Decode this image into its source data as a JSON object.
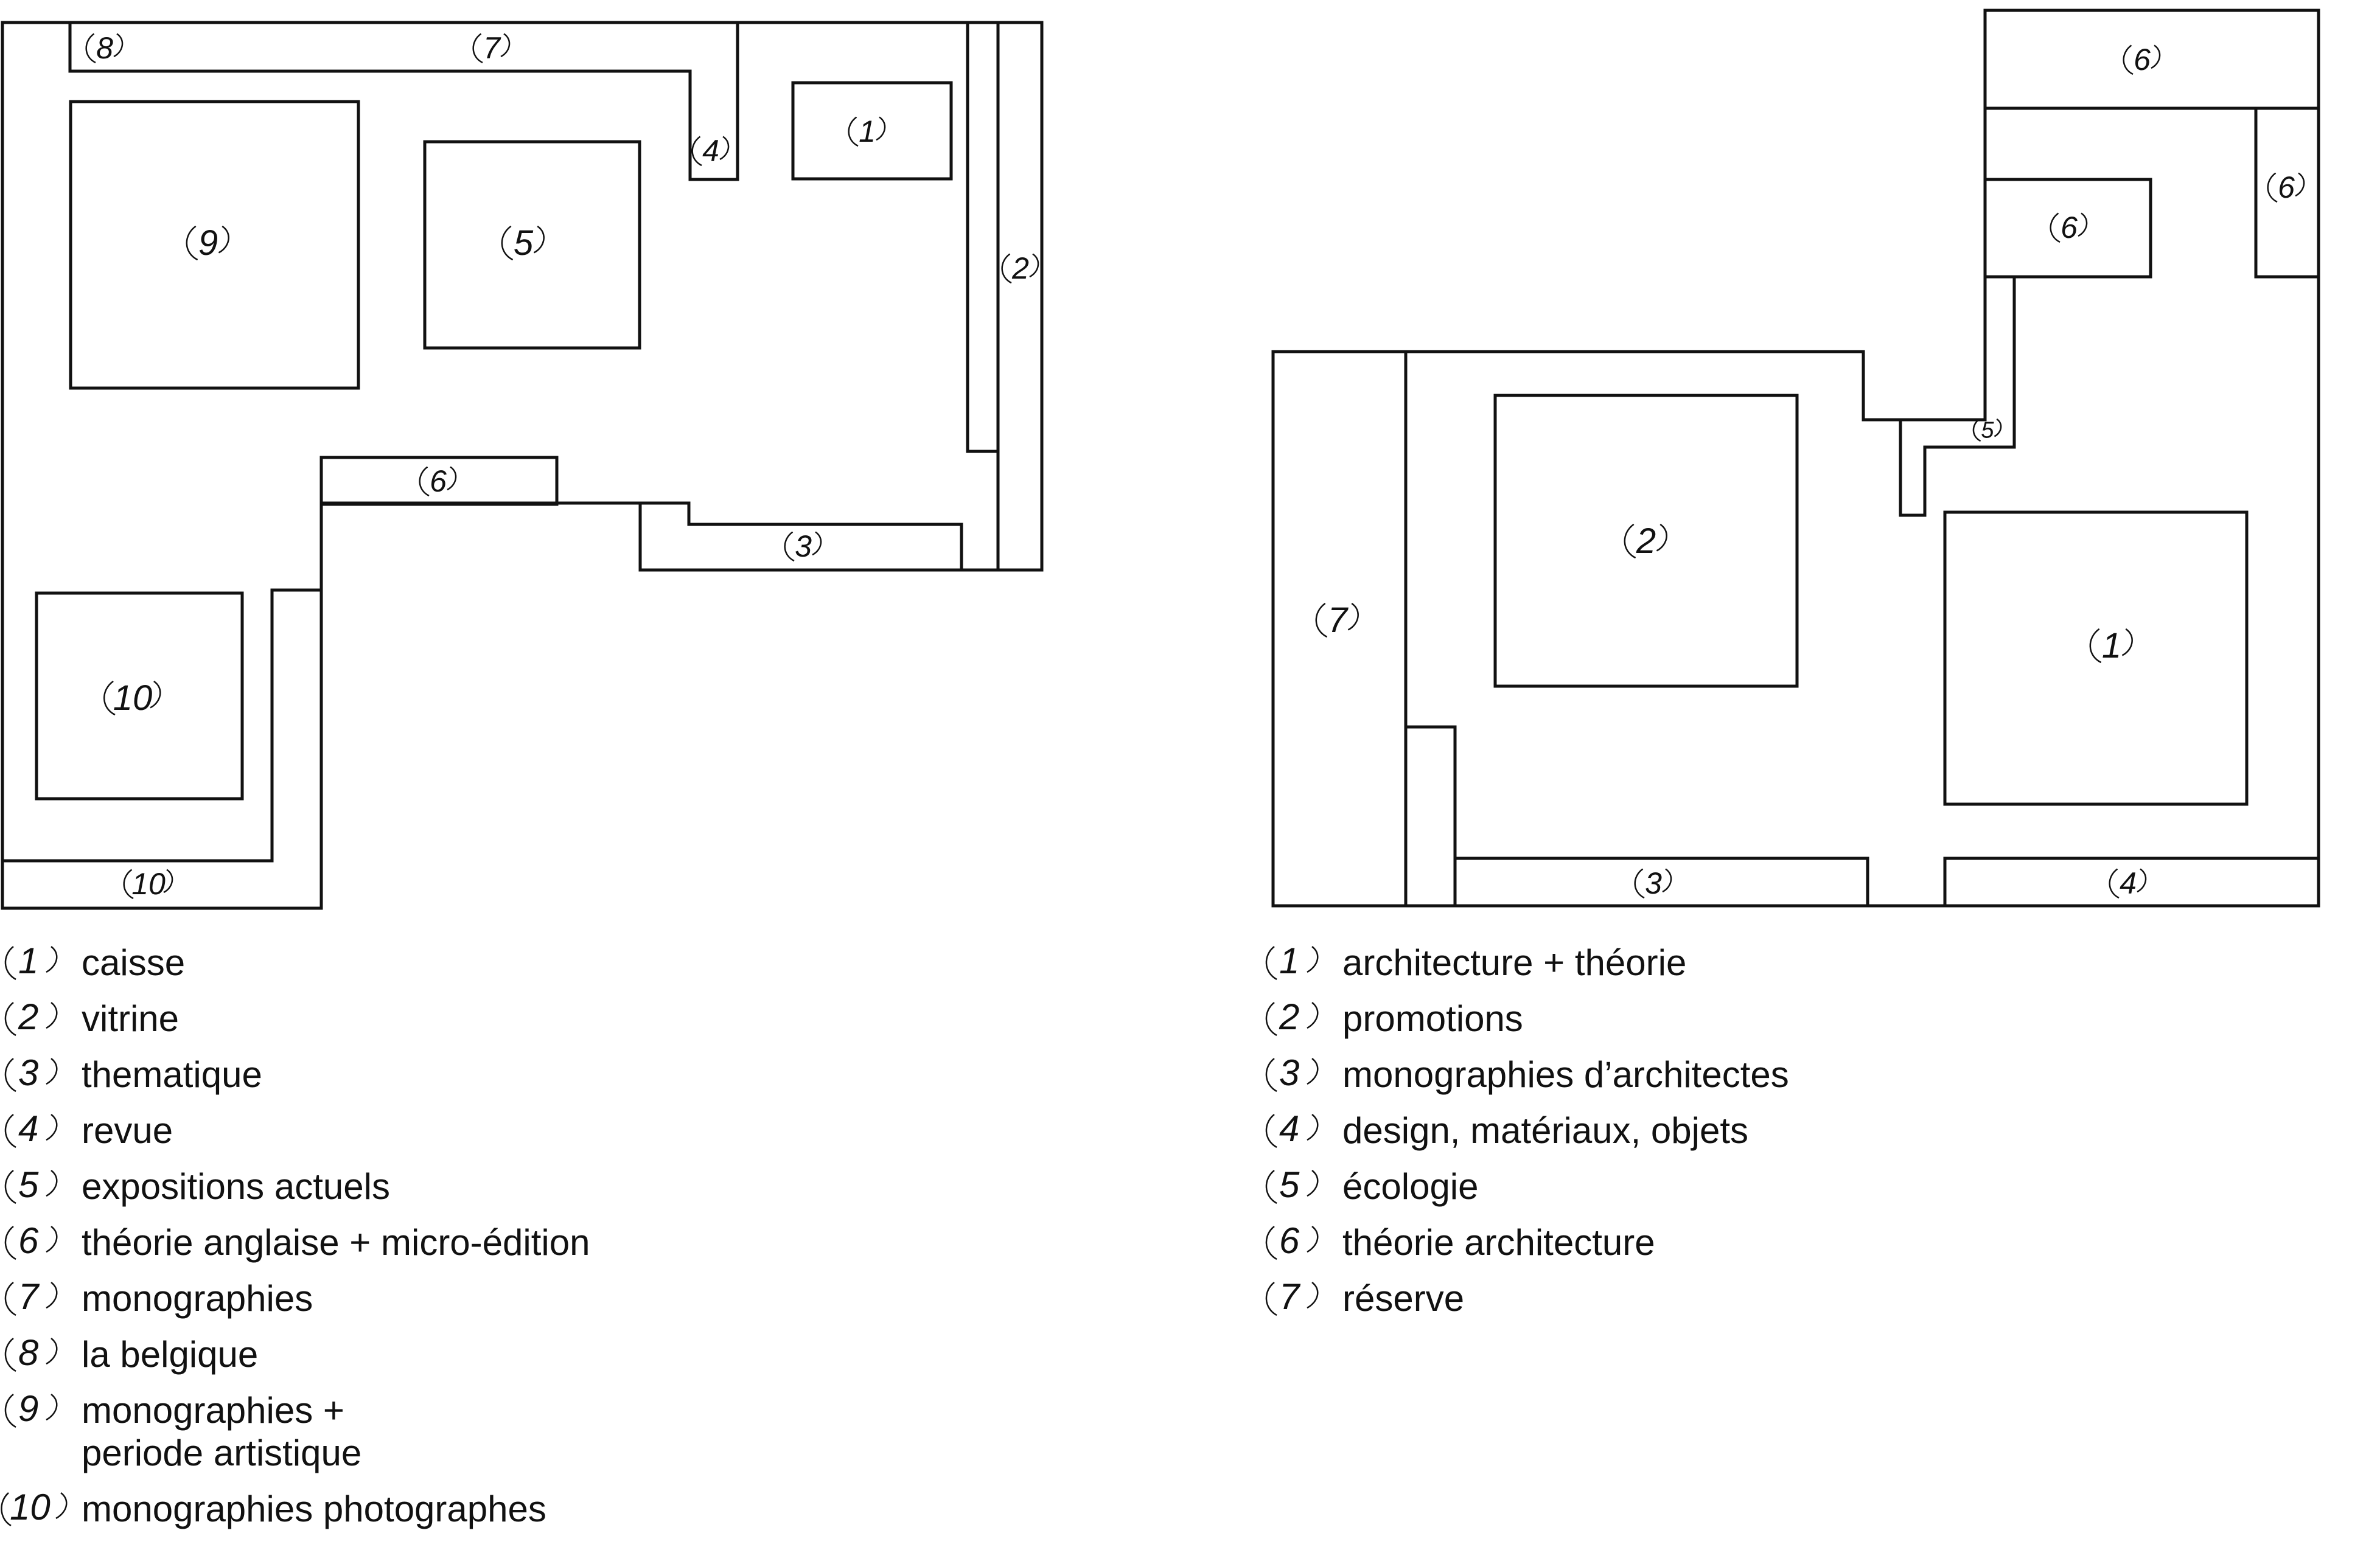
{
  "plans": [
    {
      "id": "left",
      "zones": [
        {
          "number": "1"
        },
        {
          "number": "2"
        },
        {
          "number": "3"
        },
        {
          "number": "4"
        },
        {
          "number": "5"
        },
        {
          "number": "6"
        },
        {
          "number": "7"
        },
        {
          "number": "8"
        },
        {
          "number": "9"
        },
        {
          "number": "10"
        },
        {
          "number": "10"
        }
      ]
    },
    {
      "id": "right",
      "zones": [
        {
          "number": "1"
        },
        {
          "number": "2"
        },
        {
          "number": "3"
        },
        {
          "number": "4"
        },
        {
          "number": "5"
        },
        {
          "number": "6"
        },
        {
          "number": "6"
        },
        {
          "number": "6"
        },
        {
          "number": "7"
        }
      ]
    }
  ],
  "legends": {
    "left": [
      {
        "number": "1",
        "label": "caisse"
      },
      {
        "number": "2",
        "label": "vitrine"
      },
      {
        "number": "3",
        "label": "thematique"
      },
      {
        "number": "4",
        "label": "revue"
      },
      {
        "number": "5",
        "label": "expositions actuels"
      },
      {
        "number": "6",
        "label": "théorie anglaise + micro-édition"
      },
      {
        "number": "7",
        "label": "monographies"
      },
      {
        "number": "8",
        "label": "la belgique"
      },
      {
        "number": "9",
        "label": "monographies +\nperiode artistique"
      },
      {
        "number": "10",
        "label": "monographies photographes"
      }
    ],
    "right": [
      {
        "number": "1",
        "label": "architecture + théorie"
      },
      {
        "number": "2",
        "label": "promotions"
      },
      {
        "number": "3",
        "label": "monographies d’architectes"
      },
      {
        "number": "4",
        "label": "design, matériaux, objets"
      },
      {
        "number": "5",
        "label": "écologie"
      },
      {
        "number": "6",
        "label": "théorie architecture"
      },
      {
        "number": "7",
        "label": "réserve"
      }
    ]
  },
  "colors": {
    "line": "#111111",
    "background": "#ffffff"
  }
}
